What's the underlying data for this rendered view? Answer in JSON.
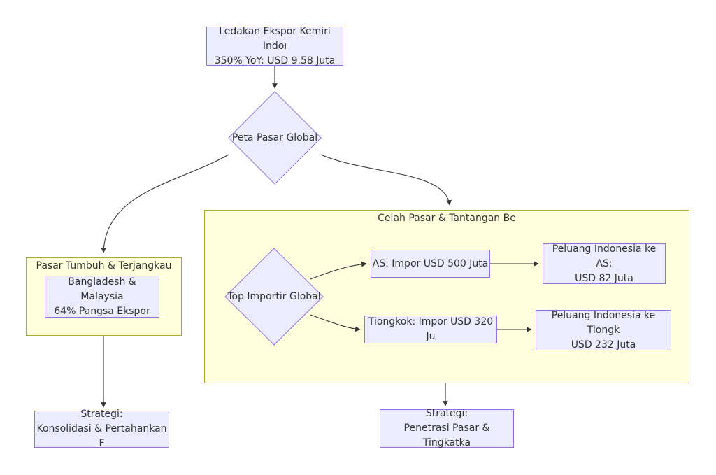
{
  "colors": {
    "node_fill": "#ECECFF",
    "node_border": "#9370DB",
    "cluster_fill": "#FFFFDE",
    "cluster_border": "#AAAA33",
    "edge": "#333333",
    "text": "#333333"
  },
  "nodes": {
    "export_boom": {
      "line1": "Ledakan Ekspor Kemiri Indoı",
      "line2": "350% YoY: USD 9.58 Juta"
    },
    "peta_pasar_global": {
      "label": "Peta Pasar Global"
    },
    "bangladesh_malaysia": {
      "line1": "Bangladesh & Malaysia",
      "line2": "64% Pangsa Ekspor"
    },
    "top_importir_global": {
      "label": "Top Importir Global"
    },
    "as_impor": {
      "label": "AS: Impor USD 500 Juta"
    },
    "tiongkok_impor": {
      "label": "Tiongkok: Impor USD 320 Ju"
    },
    "peluang_as": {
      "line1": "Peluang Indonesia ke AS:",
      "line2": "USD 82 Juta"
    },
    "peluang_tiongkok": {
      "line1": "Peluang Indonesia ke Tiongk",
      "line2": "USD 232 Juta"
    },
    "strategi_konsolidasi": {
      "line1": "Strategi:",
      "line2": "Konsolidasi & Pertahankan F"
    },
    "strategi_penetrasi": {
      "line1": "Strategi:",
      "line2": "Penetrasi Pasar & Tingkatka"
    }
  },
  "clusters": {
    "pasar_tumbuh": {
      "title": "Pasar Tumbuh & Terjangkau"
    },
    "celah_pasar": {
      "title": "Celah Pasar & Tantangan Be"
    }
  }
}
